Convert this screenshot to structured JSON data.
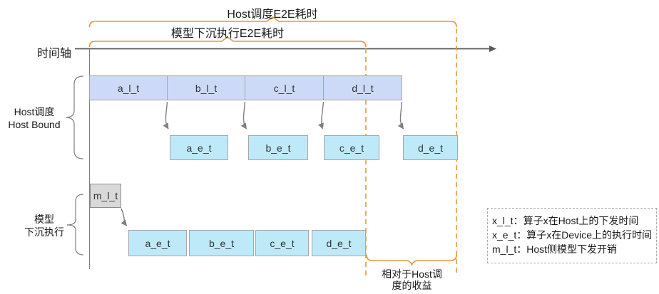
{
  "titles": {
    "host_e2e": "Host调度E2E耗时",
    "model_e2e": "模型下沉执行E2E耗时"
  },
  "axis": {
    "label": "时间轴"
  },
  "host_row": {
    "label_line1": "Host调度",
    "label_line2": "Host Bound",
    "launch_segments": [
      "a_l_t",
      "b_l_t",
      "c_l_t",
      "d_l_t"
    ],
    "exec_boxes": [
      "a_e_t",
      "b_e_t",
      "c_e_t",
      "d_e_t"
    ]
  },
  "model_row": {
    "label_line1": "模型",
    "label_line2": "下沉执行",
    "launch_box": "m_l_t",
    "exec_boxes": [
      "a_e_t",
      "b_e_t",
      "c_e_t",
      "d_e_t"
    ]
  },
  "benefit_note": {
    "line1": "相对于Host调",
    "line2": "度的收益"
  },
  "legend": {
    "items": [
      "x_l_t：算子x在Host上的下发时间",
      "x_e_t：算子x在Device上的执行时间",
      "m_l_t：Host侧模型下发开销"
    ]
  },
  "colors": {
    "accent_orange": "#e49a3b",
    "host_launch_fill": "#ccd9f7",
    "device_exec_fill": "#bee9f8",
    "model_launch_fill": "#d9d9d9",
    "axis_gray": "#595959",
    "line_gray": "#7f7f7f"
  }
}
